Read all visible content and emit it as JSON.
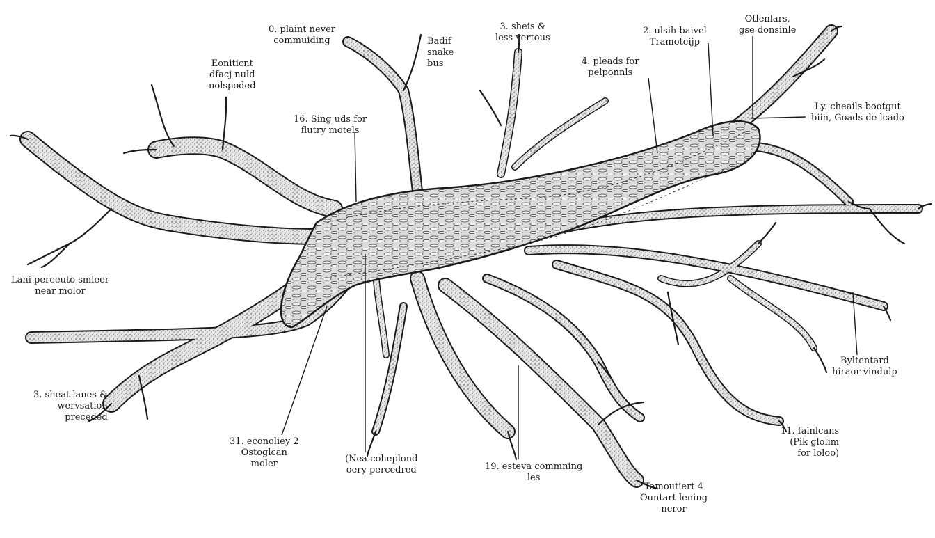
{
  "labels": {
    "top_left_1": [
      "Eoniticnt",
      "dfacj nuld",
      "nolspoded"
    ],
    "top_mid_1": [
      "0. plaint never",
      "commuiding"
    ],
    "top_mid_2": [
      "Badif",
      "snake",
      "bus"
    ],
    "top_mid_3": [
      "3. sheis &",
      "less vertous"
    ],
    "top_right_1": [
      "2. ulsih baivel",
      "Tramoteijp"
    ],
    "top_right_2": [
      "Otlenlars,",
      "gse donsinle"
    ],
    "mid_4": [
      "4. pleads for",
      "pelponnls"
    ],
    "mid_16": [
      "16. Sing uds for",
      "flutry motels"
    ],
    "right_ly": [
      "Ly. cheails bootgut",
      "biin, Goads de lcado"
    ],
    "left_lani": [
      "Lani pereeuto smleer",
      "near molor"
    ],
    "right_byl": [
      "Byltentard",
      "hiraor vindulp"
    ],
    "bl_3": [
      "3. sheat lanes &",
      "wervsation",
      "preceded"
    ],
    "bottom_31": [
      "31. econoliey 2",
      "Ostoglcan",
      "moler"
    ],
    "bottom_nea": [
      "(Nea-coheplond",
      "oery percedred"
    ],
    "bottom_19": [
      "19. esteva commning",
      "les"
    ],
    "bottom_tam": [
      "Tamoutiert 4",
      "Ountart lening",
      "neror"
    ],
    "right_11": [
      "11. fainlcans",
      "(Pik glolim",
      "for loloo)"
    ]
  },
  "colors": {
    "ink": "#1a1a1a",
    "bark": "#d9d9d9",
    "stipple": "#2b2b2b"
  }
}
